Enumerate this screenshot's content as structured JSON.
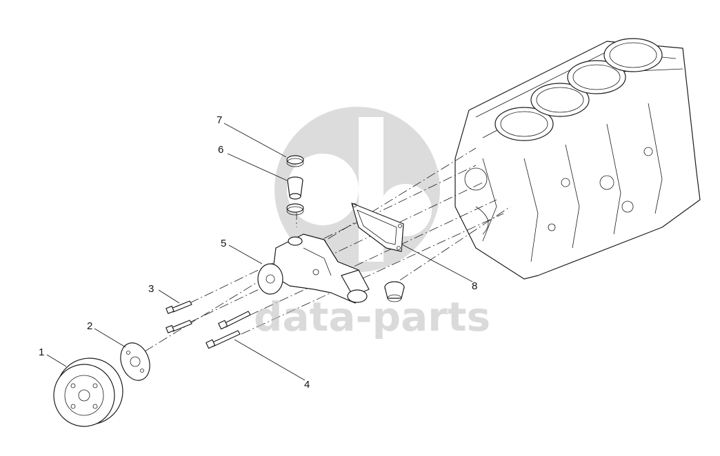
{
  "watermark": {
    "text": "data-parts",
    "color": "#bdbdbd"
  },
  "callouts": [
    {
      "id": "1",
      "label": "1"
    },
    {
      "id": "2",
      "label": "2"
    },
    {
      "id": "3",
      "label": "3"
    },
    {
      "id": "4",
      "label": "4"
    },
    {
      "id": "5",
      "label": "5"
    },
    {
      "id": "6",
      "label": "6"
    },
    {
      "id": "7",
      "label": "7"
    },
    {
      "id": "8",
      "label": "8"
    }
  ],
  "colors": {
    "line": "#1a1a1a",
    "background": "#ffffff"
  }
}
